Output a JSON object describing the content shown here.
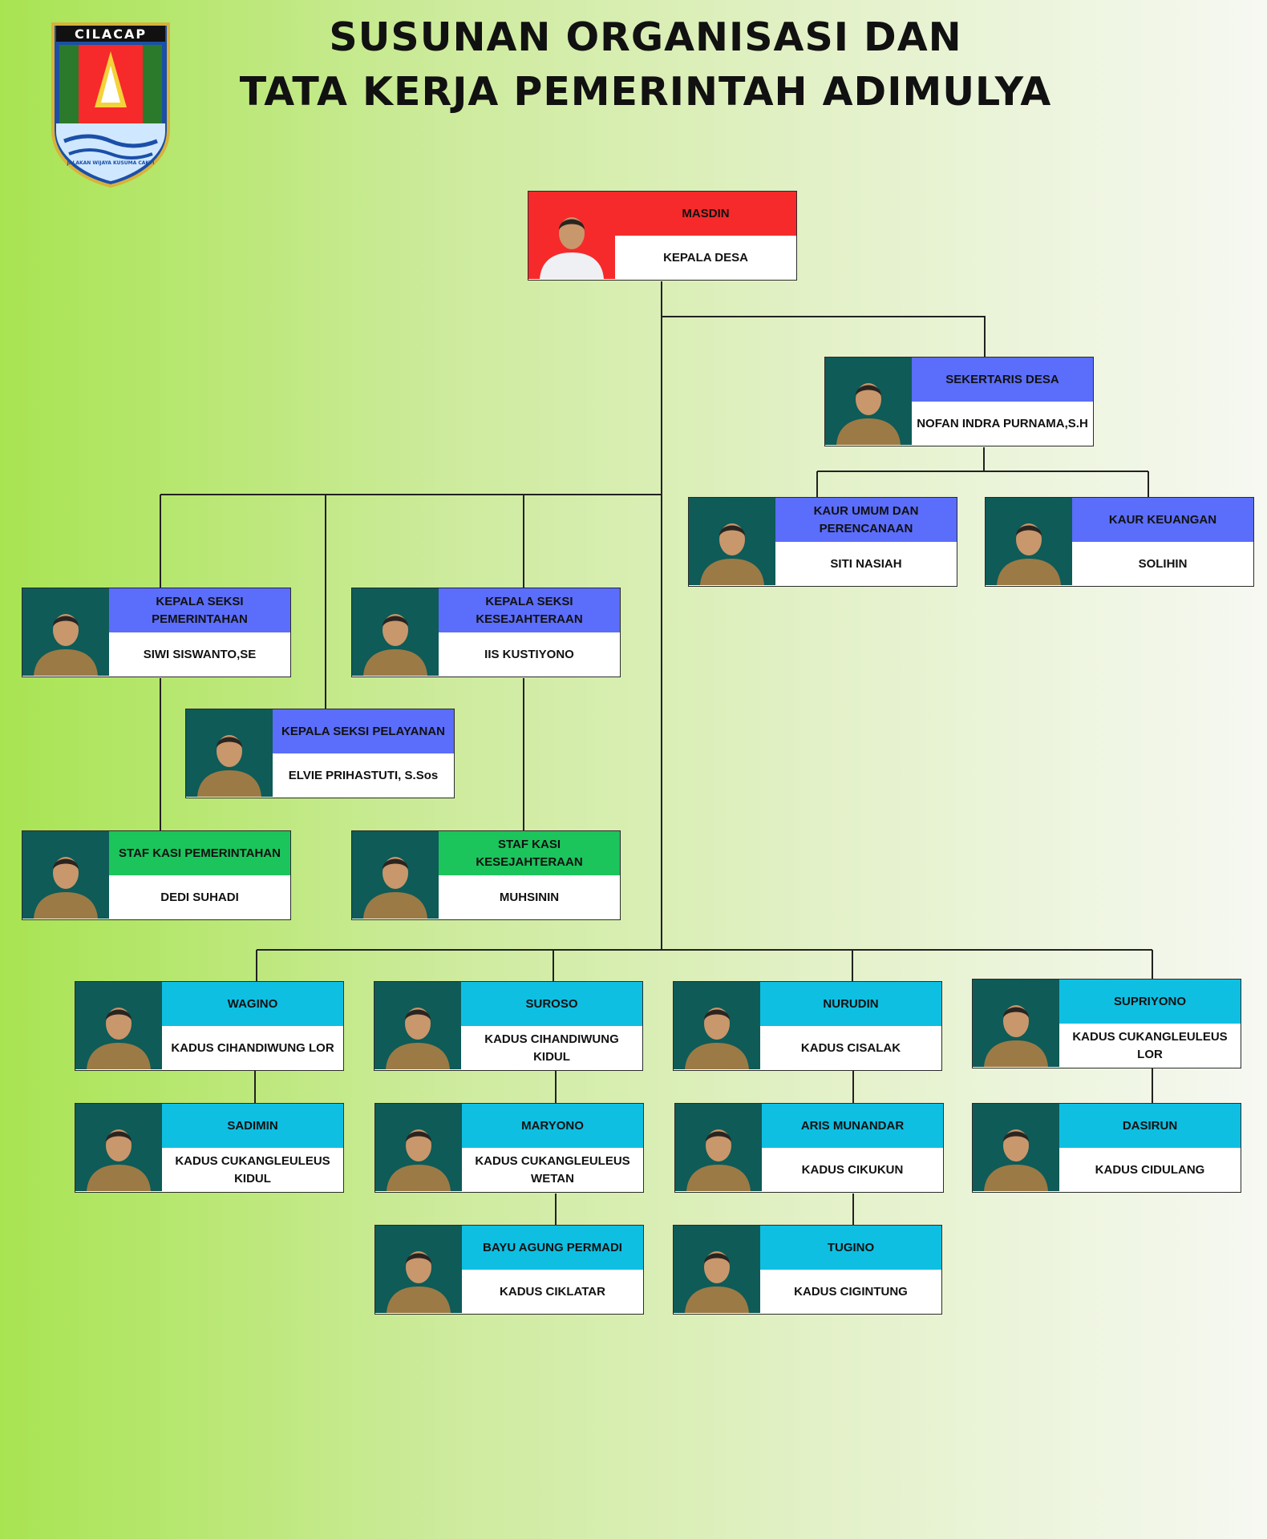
{
  "logo": {
    "text": "CILACAP",
    "motto": "JALAKAN WIJAYA KUSUMA CAKTI"
  },
  "title": {
    "line1": "SUSUNAN ORGANISASI DAN",
    "line2": "TATA KERJA PEMERINTAH ADIMULYA"
  },
  "colors": {
    "red": "#f62a2a",
    "blue": "#5b6dfb",
    "green": "#1cc45c",
    "cyan": "#0ebfe2",
    "photo_bg": "#0e5b58"
  },
  "people": {
    "kepala_desa": {
      "head": "MASDIN",
      "body": "KEPALA DESA"
    },
    "sekdes": {
      "head": "SEKERTARIS DESA",
      "body": "NOFAN INDRA PURNAMA,S.H"
    },
    "kaur_umum": {
      "head": "KAUR UMUM DAN PERENCANAAN",
      "body": "SITI NASIAH"
    },
    "kaur_keuangan": {
      "head": "KAUR KEUANGAN",
      "body": "SOLIHIN"
    },
    "kasi_pemerintahan": {
      "head": "KEPALA SEKSI PEMERINTAHAN",
      "body": "SIWI SISWANTO,SE"
    },
    "kasi_kesejahteraan": {
      "head": "KEPALA SEKSI KESEJAHTERAAN",
      "body": "IIS KUSTIYONO"
    },
    "kasi_pelayanan": {
      "head": "KEPALA SEKSI PELAYANAN",
      "body": "ELVIE PRIHASTUTI, S.Sos"
    },
    "staf_pemerintahan": {
      "head": "STAF KASI PEMERINTAHAN",
      "body": "DEDI SUHADI"
    },
    "staf_kesejahteraan": {
      "head": "STAF KASI KESEJAHTERAAN",
      "body": "MUHSININ"
    },
    "kadus_1": {
      "head": "WAGINO",
      "body": "KADUS CIHANDIWUNG LOR"
    },
    "kadus_2": {
      "head": "SUROSO",
      "body": "KADUS CIHANDIWUNG KIDUL"
    },
    "kadus_3": {
      "head": "NURUDIN",
      "body": "KADUS CISALAK"
    },
    "kadus_4": {
      "head": "SUPRIYONO",
      "body": "KADUS CUKANGLEULEUS LOR"
    },
    "kadus_5": {
      "head": "SADIMIN",
      "body": "KADUS CUKANGLEULEUS KIDUL"
    },
    "kadus_6": {
      "head": "MARYONO",
      "body": "KADUS CUKANGLEULEUS WETAN"
    },
    "kadus_7": {
      "head": "ARIS MUNANDAR",
      "body": "KADUS CIKUKUN"
    },
    "kadus_8": {
      "head": "DASIRUN",
      "body": "KADUS CIDULANG"
    },
    "kadus_9": {
      "head": "BAYU AGUNG PERMADI",
      "body": "KADUS CIKLATAR"
    },
    "kadus_10": {
      "head": "TUGINO",
      "body": "KADUS CIGINTUNG"
    }
  }
}
